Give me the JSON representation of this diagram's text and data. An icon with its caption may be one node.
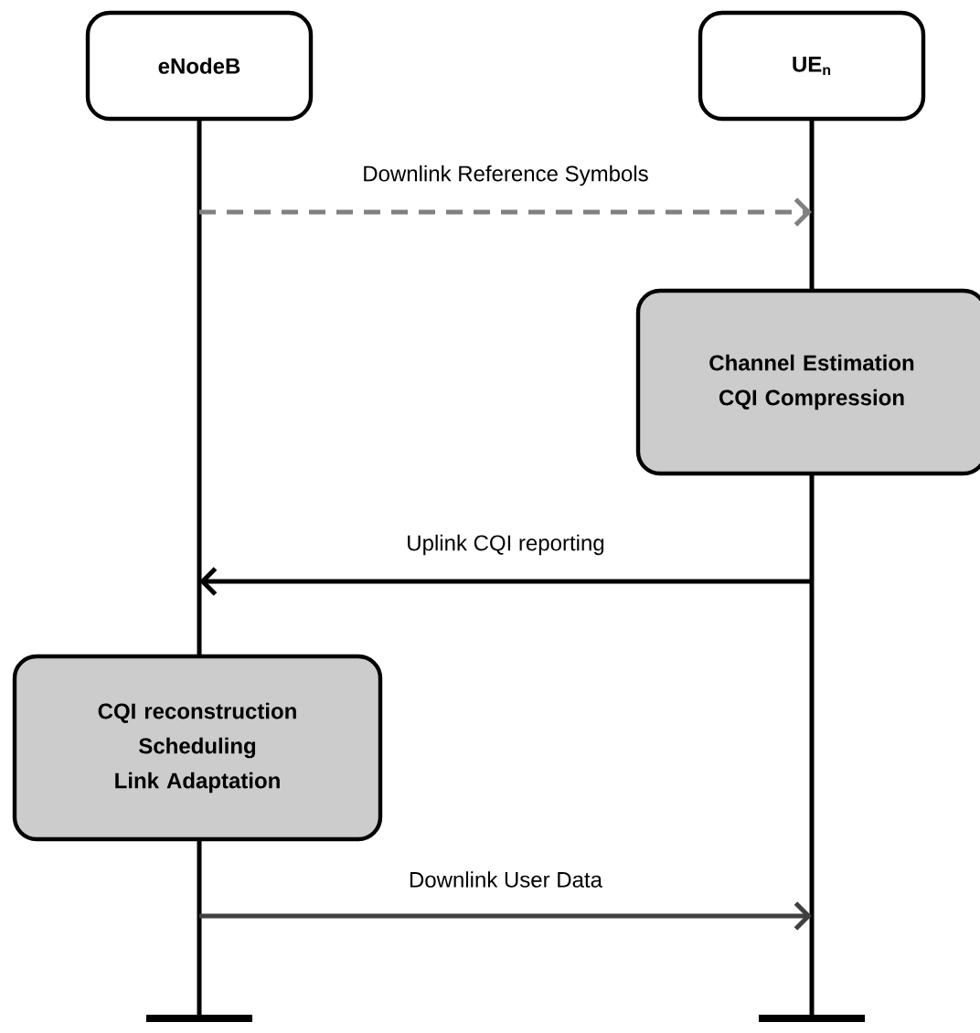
{
  "diagram": {
    "nodes": [
      {
        "text": [
          "eNodeB"
        ]
      },
      {
        "text": [
          "UE$_{n}$"
        ]
      },
      {
        "text": [
          "Channel Estimation CQI Compression"
        ]
      },
      {
        "text": [
          "CQI reconstruction Scheduling Link Adaptation"
        ]
      },
      {
        "text": [],
        "shape": "line"
      },
      {
        "text": [],
        "shape": "line"
      }
    ],
    "edges": [
      {
        "from": 4,
        "to": 5,
        "arrow": "to",
        "label": "Downlink Reference Symbols",
        "style": "dashed",
        "color": "#808080"
      },
      {
        "from": 5,
        "to": 4,
        "arrow": "to",
        "label": "Uplink CQI reporting",
        "color": "#000000"
      },
      {
        "from": 4,
        "to": 5,
        "arrow": "to",
        "label": "Downlink User Data",
        "color": "#404040"
      }
    ]
  }
}
